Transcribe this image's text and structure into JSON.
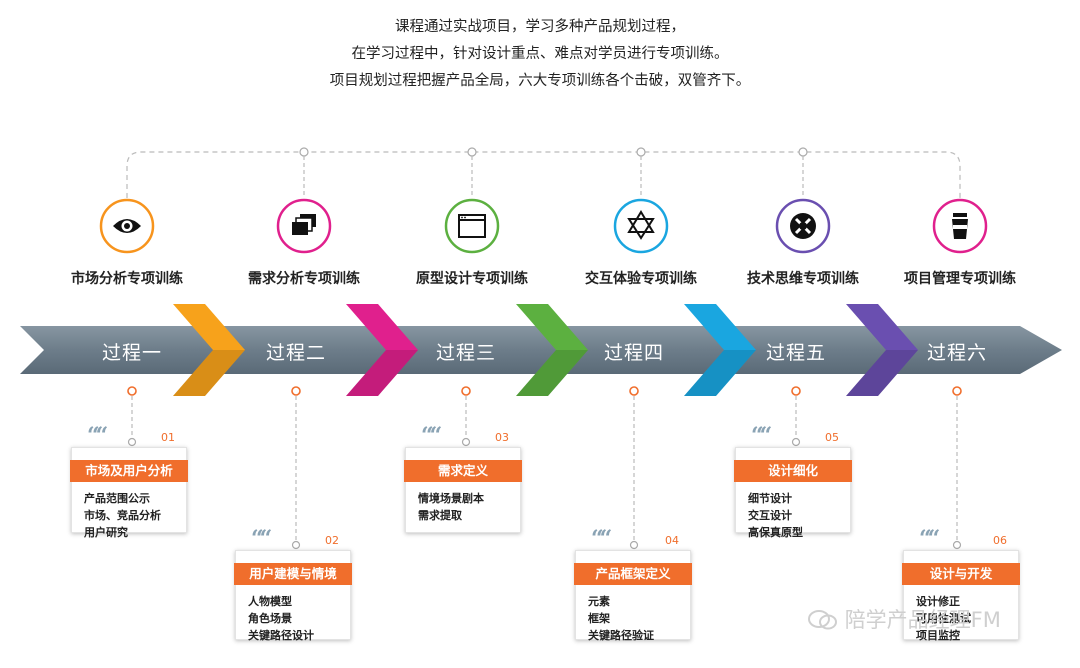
{
  "intro": [
    "课程通过实战项目，学习多种产品规划过程，",
    "在学习过程中，针对设计重点、难点对学员进行专项训练。",
    "项目规划过程把握产品全局，六大专项训练各个击破，双管齐下。"
  ],
  "trainings": [
    {
      "label": "市场分析专项训练",
      "icon": "eye-icon",
      "color": "#f7941d"
    },
    {
      "label": "需求分析专项训练",
      "icon": "stacked-windows-icon",
      "color": "#e0208d"
    },
    {
      "label": "原型设计专项训练",
      "icon": "browser-window-icon",
      "color": "#5cb040"
    },
    {
      "label": "交互体验专项训练",
      "icon": "star-of-david-icon",
      "color": "#1aa6e0"
    },
    {
      "label": "技术思维专项训练",
      "icon": "bug-face-icon",
      "color": "#6a4fb0"
    },
    {
      "label": "项目管理专项训练",
      "icon": "cup-icon",
      "color": "#e0208d"
    }
  ],
  "processes": [
    "过程一",
    "过程二",
    "过程三",
    "过程四",
    "过程五",
    "过程六"
  ],
  "arrow_colors": [
    "#f7a21b",
    "#e0208d",
    "#5cb040",
    "#1aa6e0",
    "#6a4fb0"
  ],
  "cards": [
    {
      "num": "01",
      "title": "市场及用户分析",
      "items": [
        "产品范围公示",
        "市场、竞品分析",
        "用户研究"
      ]
    },
    {
      "num": "02",
      "title": "用户建模与情境",
      "items": [
        "人物模型",
        "角色场景",
        "关键路径设计"
      ]
    },
    {
      "num": "03",
      "title": "需求定义",
      "items": [
        "情境场景剧本",
        "需求提取"
      ]
    },
    {
      "num": "04",
      "title": "产品框架定义",
      "items": [
        "元素",
        "框架",
        "关键路径验证"
      ]
    },
    {
      "num": "05",
      "title": "设计细化",
      "items": [
        "细节设计",
        "交互设计",
        "高保真原型"
      ]
    },
    {
      "num": "06",
      "title": "设计与开发",
      "items": [
        "设计修正",
        "可用性测试",
        "项目监控"
      ]
    }
  ],
  "watermark": "陪学产品经理FM",
  "accent": "#f06e2c",
  "quote_mark": "“"
}
